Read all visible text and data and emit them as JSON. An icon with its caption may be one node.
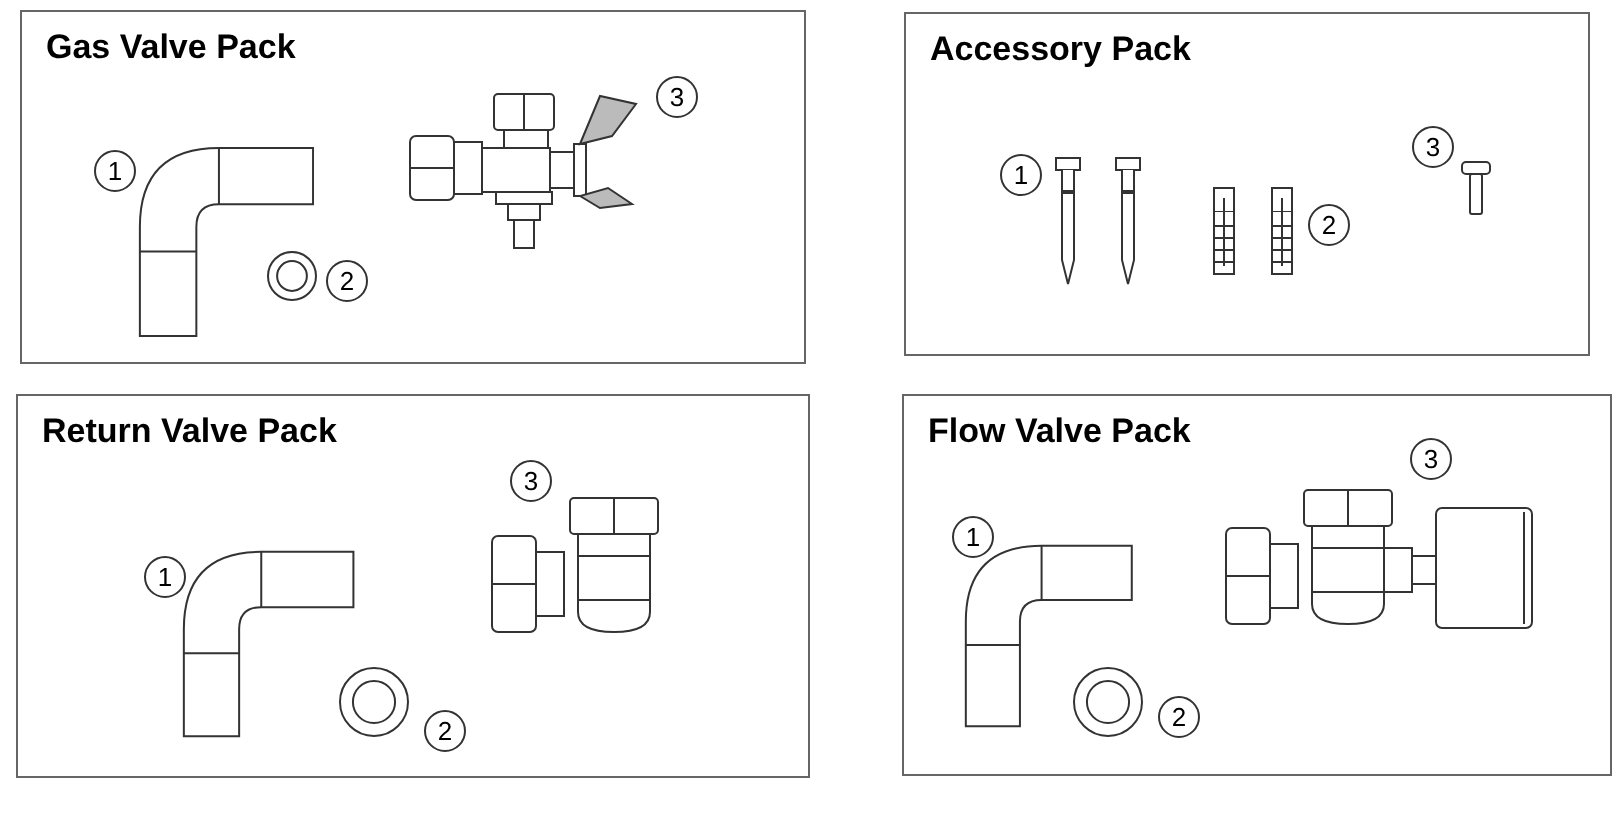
{
  "diagram": {
    "nodes": [
      {
        "text": [
          "Gas Valve Pack"
        ]
      },
      {
        "text": [
          "Accessory Pack"
        ]
      },
      {
        "text": [
          "Return Valve Pack"
        ]
      },
      {
        "text": [
          "Flow Valve Pack"
        ]
      }
    ],
    "labels": [
      "1",
      "2",
      "3",
      "1",
      "2",
      "3",
      "1",
      "2",
      "3",
      "1",
      "2",
      "3"
    ]
  }
}
